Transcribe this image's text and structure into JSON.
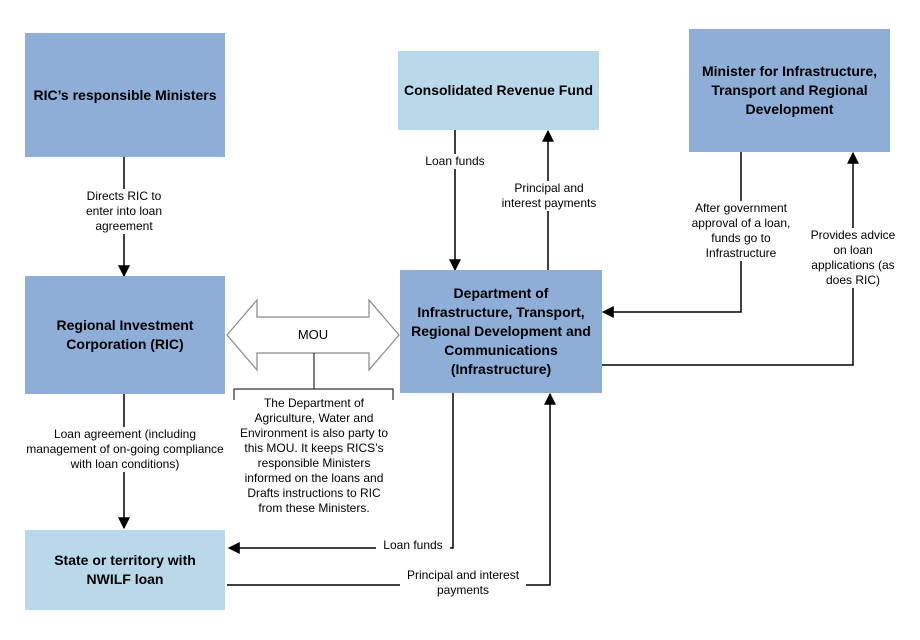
{
  "nodes": {
    "ministers": "RIC’s responsible Ministers",
    "crf": "Consolidated Revenue Fund",
    "minister_infra": "Minister for Infrastructure, Transport and Regional Development",
    "ric": "Regional Investment Corporation (RIC)",
    "dept": "Department of Infrastructure, Transport, Regional Development and Communications (Infrastructure)",
    "state": "State or territory with NWILF loan"
  },
  "edges": {
    "directs": "Directs RIC to enter into loan agreement",
    "loan_funds_crf": "Loan funds",
    "principal_crf": "Principal and interest payments",
    "after_approval": "After government approval of a loan, funds go to Infrastructure",
    "provides_advice": "Provides advice on loan applications (as does RIC)",
    "mou": "MOU",
    "loan_agreement": "Loan agreement (including management of on-going compliance with loan conditions)",
    "loan_funds_state": "Loan funds",
    "principal_state": "Principal and interest payments"
  },
  "mou_note": "The Department of Agriculture, Water and Environment is also party to this MOU. It keeps RICS’s responsible Ministers informed on the loans and Drafts instructions to RIC from these Ministers.",
  "colors": {
    "dark_box": "#8eaed7",
    "light_box": "#b9d9eb",
    "arrow": "#000000"
  }
}
